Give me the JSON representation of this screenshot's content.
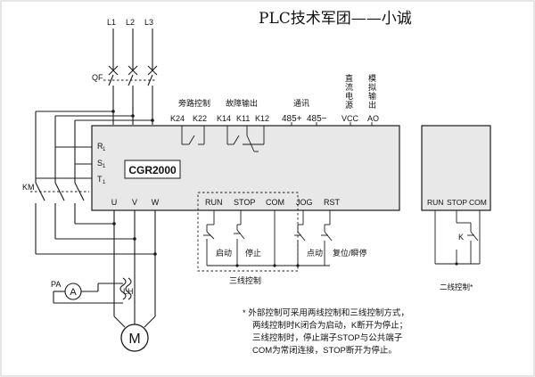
{
  "title": "PLC技术军团——小诚",
  "phase_labels": [
    "L1",
    "L2",
    "L3"
  ],
  "breaker_label": "QF",
  "terminals_top": [
    "R",
    "S",
    "T"
  ],
  "header_groups": {
    "bypass": "旁路控制",
    "fault": "故障输出",
    "comm": "通讯",
    "dc_power": [
      "直",
      "流",
      "电",
      "源"
    ],
    "analog_out": [
      "模",
      "拟",
      "输",
      "出"
    ]
  },
  "terminals_upper": [
    "K24",
    "K22",
    "K14",
    "K11",
    "K12",
    "485+",
    "485−",
    "VCC",
    "AO"
  ],
  "inputs_left": [
    "R",
    "S",
    "T"
  ],
  "input_subscripts": [
    "1",
    "1",
    "1"
  ],
  "model": "CGR2000",
  "outputs": [
    "U",
    "V",
    "W"
  ],
  "control_terminals": [
    "RUN",
    "STOP",
    "COM",
    "JOG",
    "RST"
  ],
  "contactor_label": "KM",
  "ammeter_label": "PA",
  "ammeter_symbol": "A",
  "transformer_label": "LH",
  "motor_symbol": "M",
  "switch_labels": {
    "start": "启动",
    "stop": "停止",
    "jog": "点动",
    "reset": "复位/瞬停"
  },
  "three_wire_caption": "三线控制",
  "two_wire": {
    "terminals": [
      "RUN",
      "STOP",
      "COM"
    ],
    "switch": "K",
    "caption": "二线控制*"
  },
  "notes": [
    "* 外部控制可采用两线控制和三线控制方式，",
    "两线控制时K闭合为启动，K断开为停止；",
    "三线控制时，停止端子STOP与公共端子",
    "COM为常闭连接，STOP断开为停止。"
  ]
}
